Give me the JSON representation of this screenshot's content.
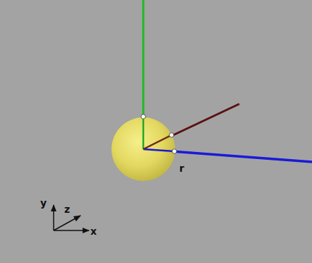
{
  "diagram": {
    "labels": [
      "r",
      "y",
      "z",
      "x"
    ]
  }
}
